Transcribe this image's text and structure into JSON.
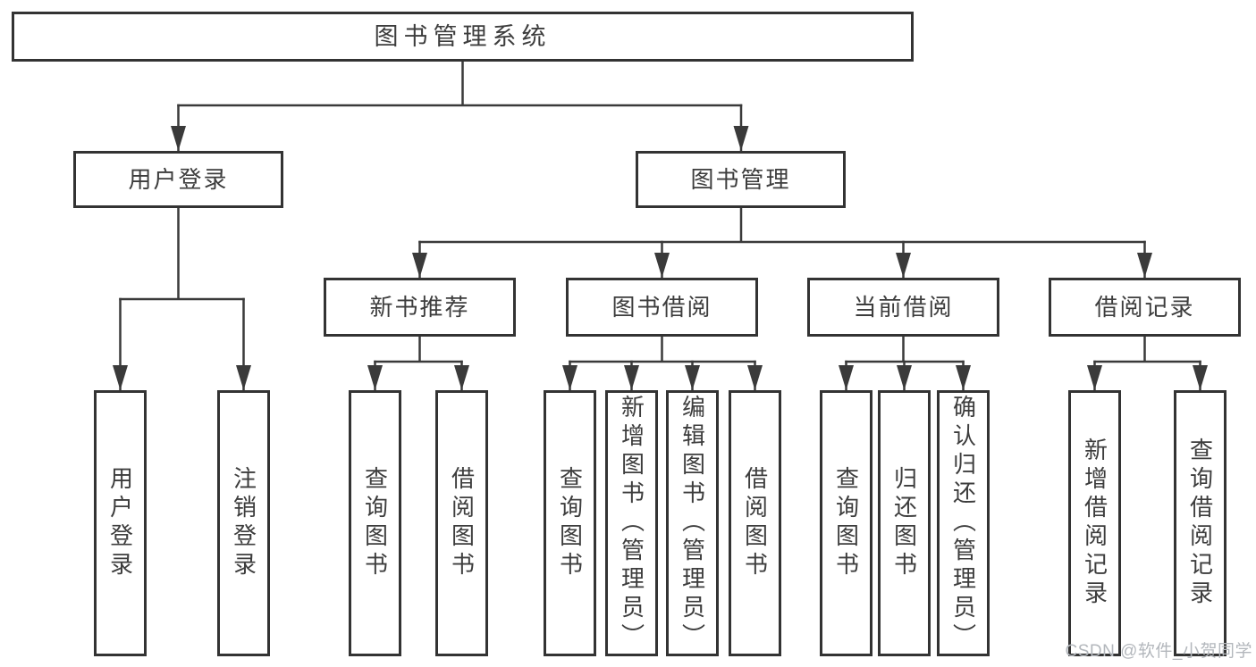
{
  "diagram_type": "hierarchy-tree",
  "colors": {
    "line": "#3a3a3a",
    "box_border": "#333333",
    "text": "#3d3d3d",
    "background": "#ffffff",
    "watermark": "#b3b7bc"
  },
  "root": {
    "label": "图书管理系统"
  },
  "branches": [
    {
      "label": "用户登录",
      "children": [
        {
          "label": "用户登录"
        },
        {
          "label": "注销登录"
        }
      ]
    },
    {
      "label": "图书管理",
      "groups": [
        {
          "label": "新书推荐",
          "children": [
            {
              "label": "查询图书"
            },
            {
              "label": "借阅图书"
            }
          ]
        },
        {
          "label": "图书借阅",
          "children": [
            {
              "label": "查询图书"
            },
            {
              "label": "新增图书（管理员）"
            },
            {
              "label": "编辑图书（管理员）"
            },
            {
              "label": "借阅图书"
            }
          ]
        },
        {
          "label": "当前借阅",
          "children": [
            {
              "label": "查询图书"
            },
            {
              "label": "归还图书"
            },
            {
              "label": "确认归还（管理员）"
            }
          ]
        },
        {
          "label": "借阅记录",
          "children": [
            {
              "label": "新增借阅记录"
            },
            {
              "label": "查询借阅记录"
            }
          ]
        }
      ]
    }
  ],
  "watermark": "CSDN @软件_小贺同学"
}
